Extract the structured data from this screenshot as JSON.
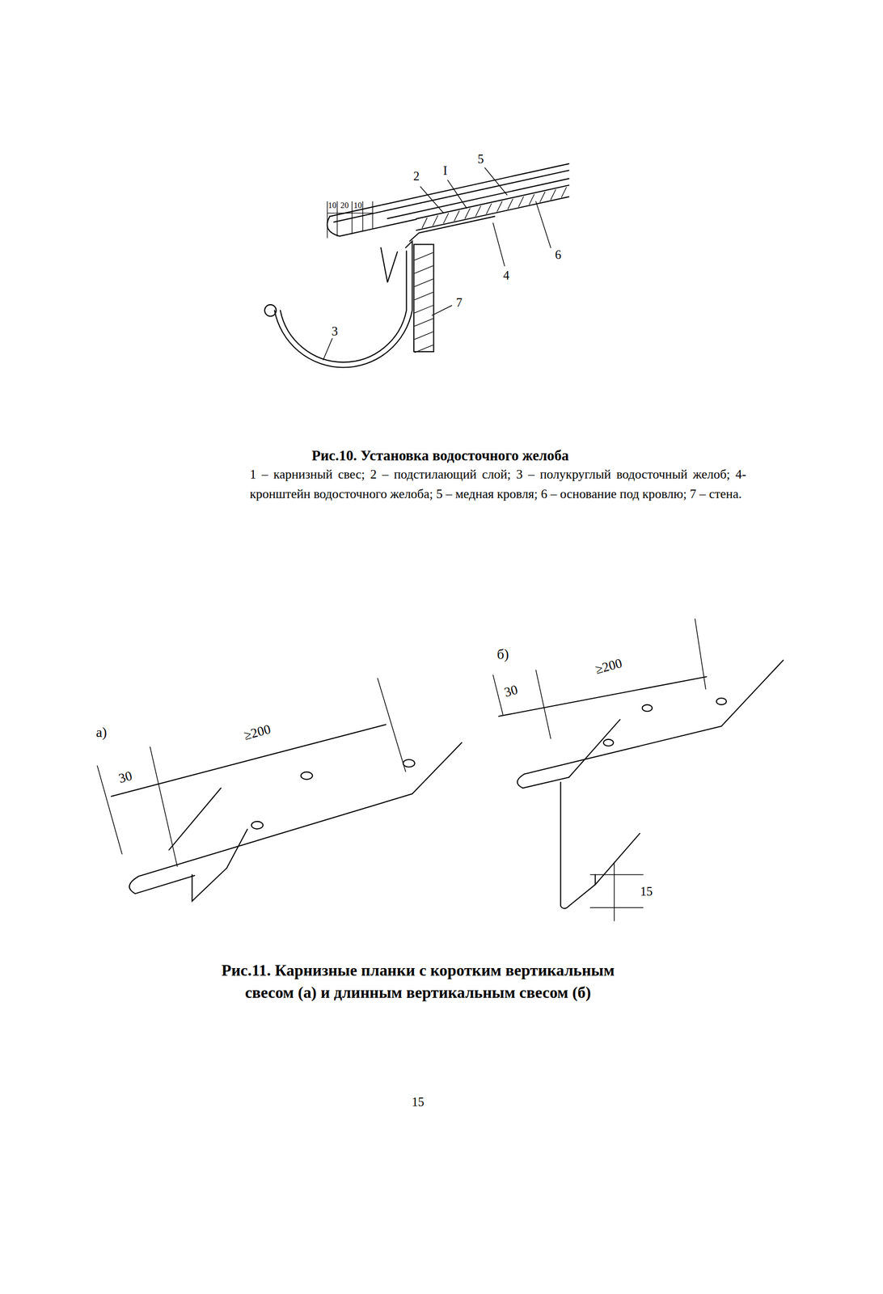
{
  "diagram": {
    "labels": [
      "10",
      "20",
      "10",
      "2",
      "I",
      "5",
      "6",
      "4",
      "7",
      "3",
      "Рис.10. Установка водосточного желоба",
      "1 – карнизный свес; 2 – подстилающий слой; 3 – полукруглый водосточный желоб; 4- кронштейн водосточного желоба; 5 – медная кровля; 6 – основание под кровлю; 7 – стена.",
      "а)",
      "30",
      "≥200",
      "б)",
      "30",
      "≥200",
      "15",
      "Рис.11. Карнизные планки с коротким вертикальным свесом (а) и длинным вертикальным свесом (б)",
      "15"
    ]
  }
}
